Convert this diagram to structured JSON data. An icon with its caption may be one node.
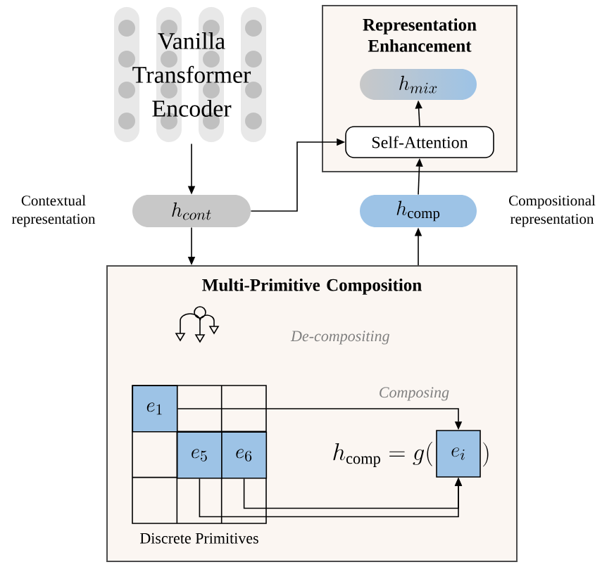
{
  "diagram": {
    "nodes": [
      {
        "text": [
          "Vanilla Transformer Encoder"
        ]
      },
      {
        "text": [
          "Representation Enhancement"
        ]
      },
      {
        "text": [
          "h_{mix}"
        ],
        "in": 1
      },
      {
        "text": [
          "Self-Attention"
        ],
        "in": 1
      },
      {
        "text": [
          "h_{cont}"
        ],
        "beside": [
          "Contextual representation"
        ]
      },
      {
        "text": [
          "h_{\\mathrm{comp}}"
        ],
        "beside": [
          "Compositional representation"
        ]
      },
      {
        "text": [
          "Multi-Primitive Composition"
        ]
      },
      {
        "text": [
          "Discrete Primitives"
        ],
        "in": 6
      },
      {
        "text": [
          "e_1"
        ],
        "in": 7
      },
      {
        "text": [
          "e_5"
        ],
        "in": 7
      },
      {
        "text": [
          "e_6"
        ],
        "in": 7
      },
      {
        "text": [
          "e_i"
        ],
        "in": 6
      }
    ],
    "edges": [
      {
        "from": 0,
        "to": 4,
        "arrow": "to"
      },
      {
        "from": 4,
        "to": 3,
        "arrow": "to"
      },
      {
        "from": 4,
        "to": 6,
        "arrow": "to"
      },
      {
        "from": 6,
        "to": 5,
        "arrow": "to"
      },
      {
        "from": 5,
        "to": 3,
        "arrow": "to"
      },
      {
        "from": 3,
        "to": 2,
        "arrow": "to"
      },
      {
        "from": 8,
        "to": 11,
        "arrow": "to",
        "label": "Composing"
      },
      {
        "from": 9,
        "to": 11,
        "arrow": "to"
      },
      {
        "from": 10,
        "to": 11,
        "arrow": "to"
      }
    ],
    "labels": [
      "De-compositing",
      "h_{\\mathrm{comp}} = g(",
      ")"
    ]
  }
}
